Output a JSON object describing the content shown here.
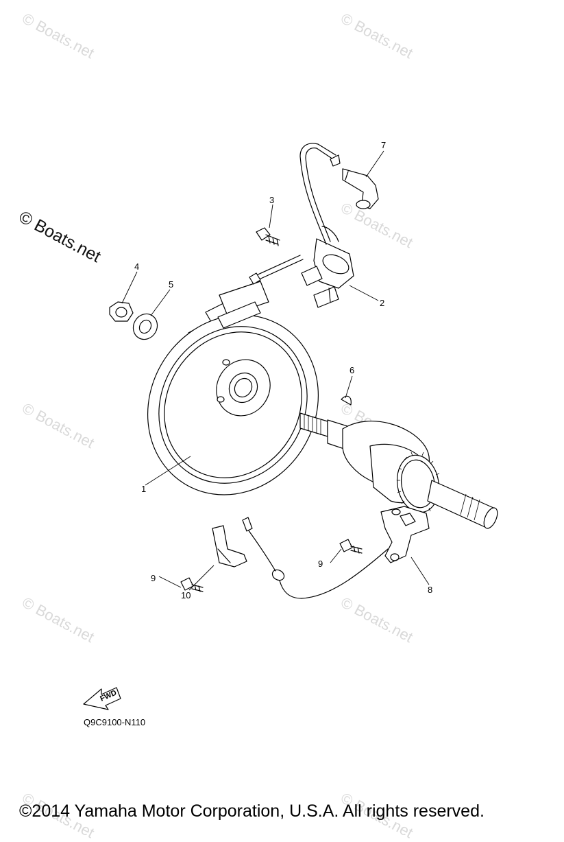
{
  "watermark": {
    "text": "© Boats.net"
  },
  "callouts": {
    "n1": "1",
    "n2": "2",
    "n3": "3",
    "n4": "4",
    "n5": "5",
    "n6": "6",
    "n7": "7",
    "n8": "8",
    "n9a": "9",
    "n9b": "9",
    "n10": "10"
  },
  "fwd_label": "FWD",
  "diagram_ref": "Q9C9100-N110",
  "copyright": "©2014 Yamaha Motor Corporation, U.S.A. All rights reserved."
}
